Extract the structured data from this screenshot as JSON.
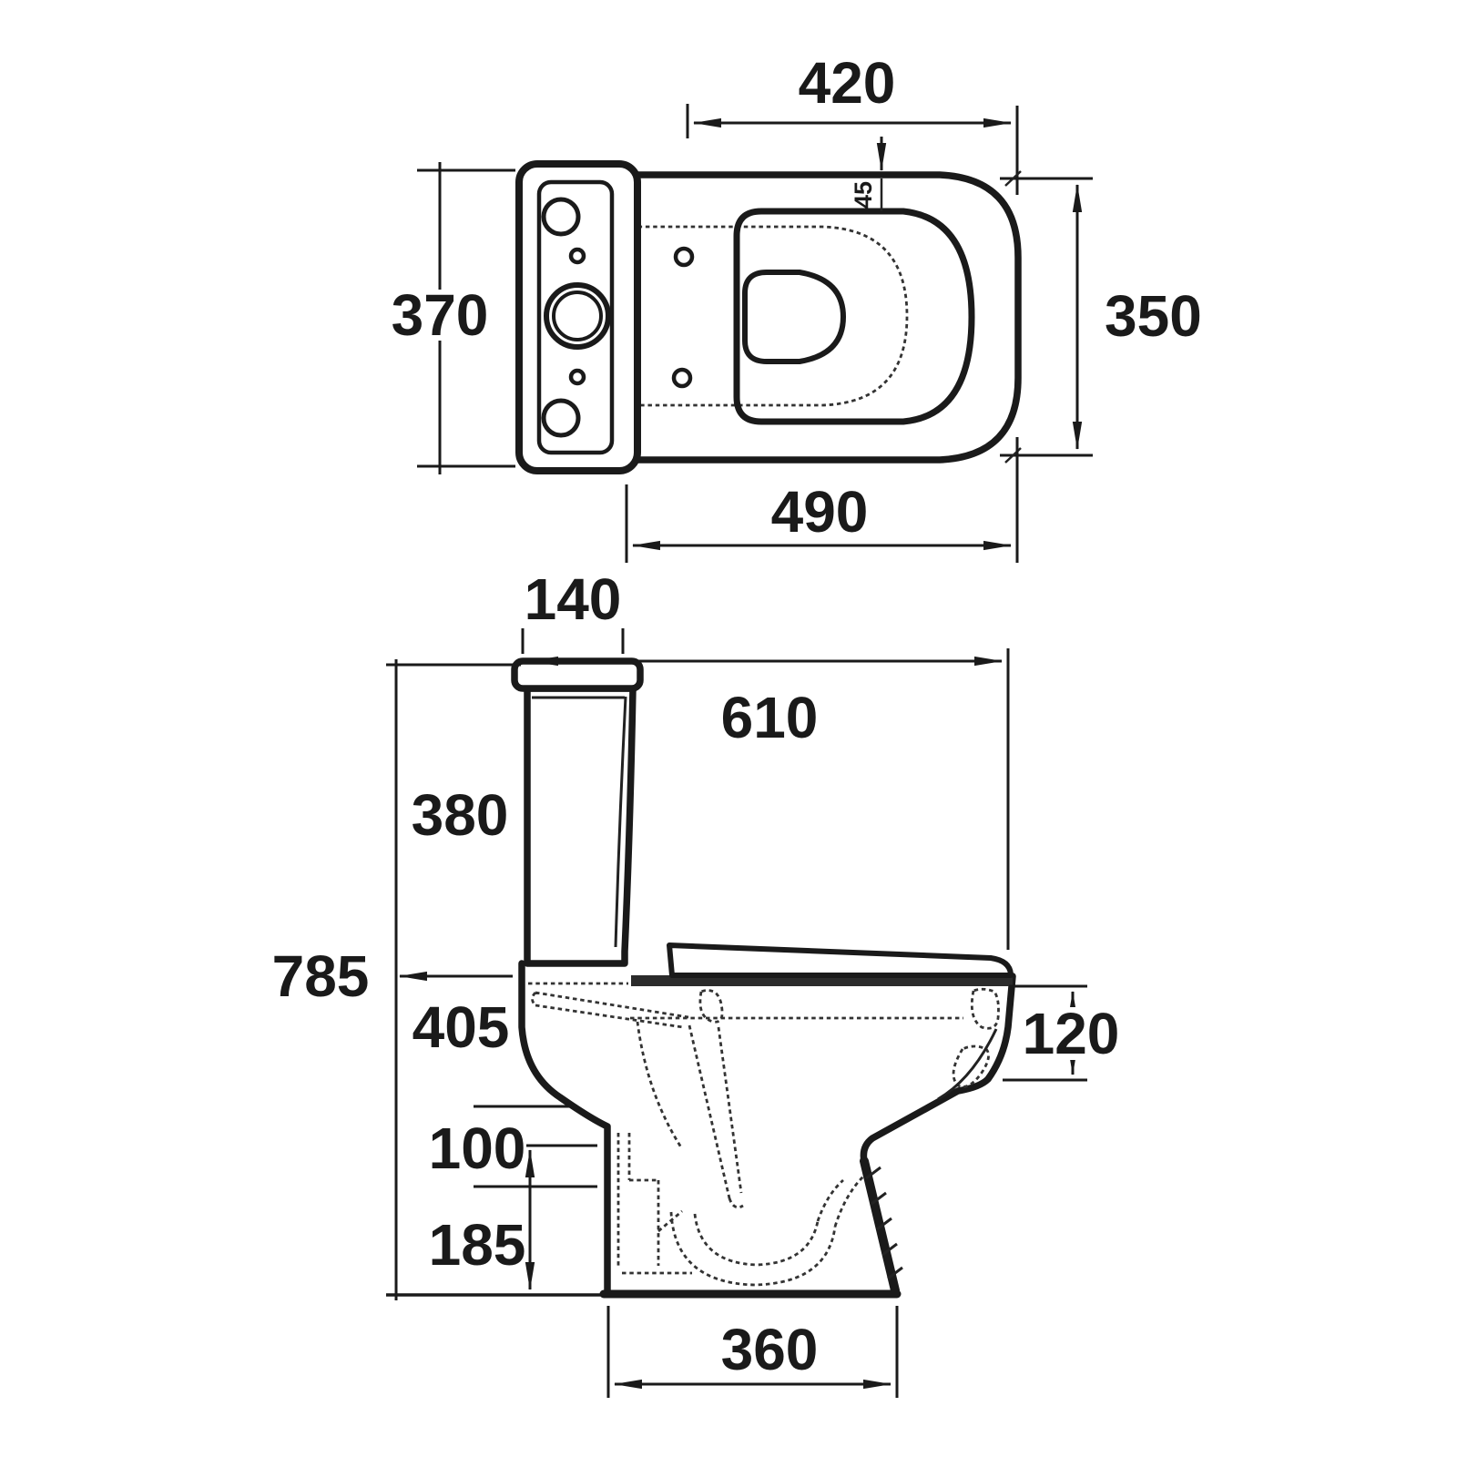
{
  "diagram": {
    "type": "technical-drawing",
    "subject": "close-coupled toilet (cistern and pan) dimension drawing, plan view above and side elevation below, dimensions in millimetres",
    "views": [
      "plan (top) view",
      "side elevation"
    ],
    "line_color": "#1a1a1a",
    "background_color": "#ffffff"
  },
  "dims": {
    "d420": "420",
    "d45": "45",
    "d370": "370",
    "d350": "350",
    "d490": "490",
    "d140": "140",
    "d610": "610",
    "d380": "380",
    "d785": "785",
    "d405": "405",
    "d120": "120",
    "d100": "100",
    "d185": "185",
    "d360": "360"
  },
  "dimensions_list": [
    {
      "value": 420,
      "view": "plan",
      "orientation": "horizontal"
    },
    {
      "value": 45,
      "view": "plan",
      "orientation": "vertical"
    },
    {
      "value": 370,
      "view": "plan",
      "orientation": "vertical"
    },
    {
      "value": 350,
      "view": "plan",
      "orientation": "vertical"
    },
    {
      "value": 490,
      "view": "plan",
      "orientation": "horizontal"
    },
    {
      "value": 140,
      "view": "side",
      "orientation": "horizontal"
    },
    {
      "value": 610,
      "view": "side",
      "orientation": "horizontal"
    },
    {
      "value": 380,
      "view": "side",
      "orientation": "vertical"
    },
    {
      "value": 785,
      "view": "side",
      "orientation": "vertical"
    },
    {
      "value": 405,
      "view": "side",
      "orientation": "vertical"
    },
    {
      "value": 120,
      "view": "side",
      "orientation": "vertical"
    },
    {
      "value": 100,
      "view": "side",
      "orientation": "vertical"
    },
    {
      "value": 185,
      "view": "side",
      "orientation": "vertical"
    },
    {
      "value": 360,
      "view": "side",
      "orientation": "horizontal"
    }
  ]
}
